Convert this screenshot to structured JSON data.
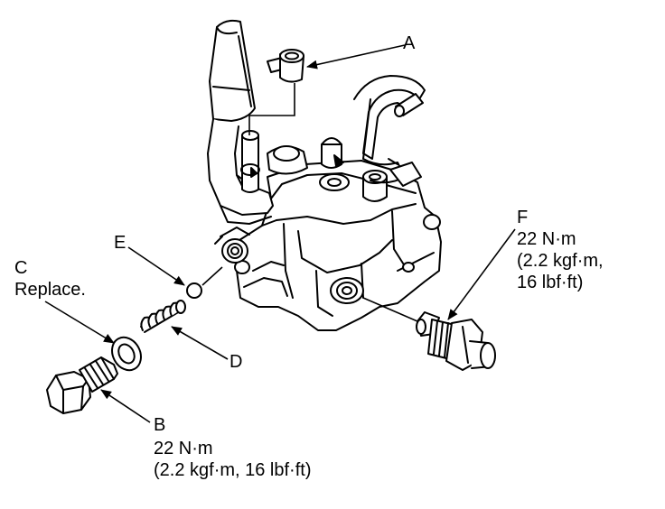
{
  "callouts": {
    "a": {
      "letter": "A"
    },
    "b": {
      "letter": "B",
      "torque_nm": "22 N·m",
      "torque_alt": "(2.2 kgf·m, 16 lbf·ft)"
    },
    "c": {
      "letter": "C",
      "note": "Replace."
    },
    "d": {
      "letter": "D"
    },
    "e": {
      "letter": "E"
    },
    "f": {
      "letter": "F",
      "torque_nm": "22 N·m",
      "torque_alt_1": "(2.2 kgf·m,",
      "torque_alt_2": "16 lbf·ft)"
    }
  }
}
